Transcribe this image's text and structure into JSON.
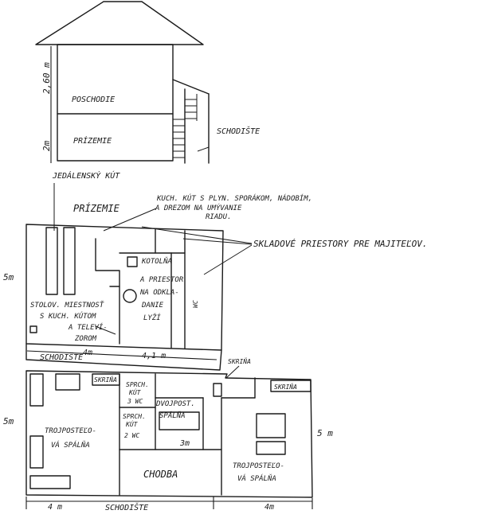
{
  "section": {
    "dim_height_upper": "2,60 m",
    "dim_height_lower": "2m",
    "label_upper_floor": "POSCHODIE",
    "label_ground_floor": "PRÍZEMIE",
    "label_staircase": "SCHODIŠTE"
  },
  "ground_floor": {
    "label_eating_corner": "JEDÁLENSKÝ KÚT",
    "label_floor": "PRÍZEMIE",
    "label_kitchen": "KUCH. KÚT S PLYN. SPORÁKOM, NÁDOBÍM, A DREZOM NA UMÝVANIE RIADU.",
    "label_storage": "SKLADOVÉ PRIESTORY PRE MAJITEĽOV.",
    "label_boiler": "KOTOLŇA A PRIESTOR NA ODKLA-DANIE LYŽÍ",
    "label_dining": "STOLOV. MIESTNOSŤ S KUCH. KÚTOM A TELEVÍ-ZOROM",
    "label_wc_small": "WC",
    "dim_height": "5m",
    "dim_width_left": "4m",
    "dim_width_right": "4,1 m",
    "label_staircase": "SCHODIŠTE"
  },
  "upper_floor": {
    "label_wardrobe_top": "SKRIŇA",
    "label_wardrobe_left": "SKRIŇA",
    "label_wardrobe_right": "SKRIŇA",
    "label_shower_wc_1": "SPRCH. KÚT 3 WC",
    "label_shower_wc_2": "SPRCH. KÚT 2 WC",
    "label_two_bed": "DVOJPOST. SPÁLŇA",
    "label_three_bed_left": "TROJPOSTEĽO-VÁ SPÁLŇA",
    "label_three_bed_right": "TROJPOSTEĽO-VÁ SPÁLŇA",
    "label_corridor": "CHODBA",
    "dim_height_left": "5m",
    "dim_height_right": "5 m",
    "dim_inner": "3m",
    "dim_width_left": "4 m",
    "dim_width_right": "4m",
    "label_staircase": "SCHODIŠTE"
  }
}
